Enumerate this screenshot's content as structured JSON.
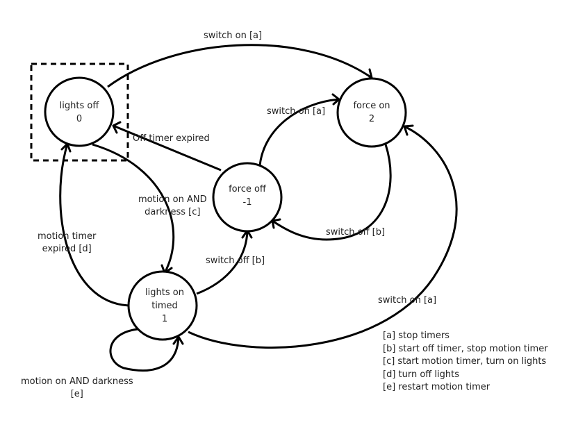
{
  "states": [
    {
      "id": "s0",
      "name": "lights off",
      "value": "0",
      "initial": true
    },
    {
      "id": "s1",
      "name": "lights on",
      "name2": "timed",
      "value": "1"
    },
    {
      "id": "s2",
      "name": "force on",
      "value": "2"
    },
    {
      "id": "sm1",
      "name": "force off",
      "value": "-1"
    }
  ],
  "transitions": [
    {
      "from": "lights off",
      "to": "force on",
      "label": "switch on [a]"
    },
    {
      "from": "force off",
      "to": "force on",
      "label": "switch on [a]"
    },
    {
      "from": "force off",
      "to": "lights off",
      "label": "Off timer expired"
    },
    {
      "from": "lights off",
      "to": "lights on timed",
      "label": "motion on AND",
      "label2": "darkness [c]"
    },
    {
      "from": "lights on timed",
      "to": "lights off",
      "label": "motion timer",
      "label2": "expired [d]"
    },
    {
      "from": "lights on timed",
      "to": "force off",
      "label": "switch off [b]"
    },
    {
      "from": "force on",
      "to": "force off",
      "label": "switch off [b]"
    },
    {
      "from": "lights on timed",
      "to": "force on",
      "label": "switch on [a]"
    },
    {
      "from": "lights on timed",
      "to": "lights on timed",
      "label": "motion on AND darkness",
      "label2": "[e]"
    }
  ],
  "legend": [
    "[a] stop timers",
    "[b] start off timer, stop motion timer",
    "[c] start motion timer, turn on lights",
    "[d] turn off lights",
    "[e] restart motion timer"
  ]
}
